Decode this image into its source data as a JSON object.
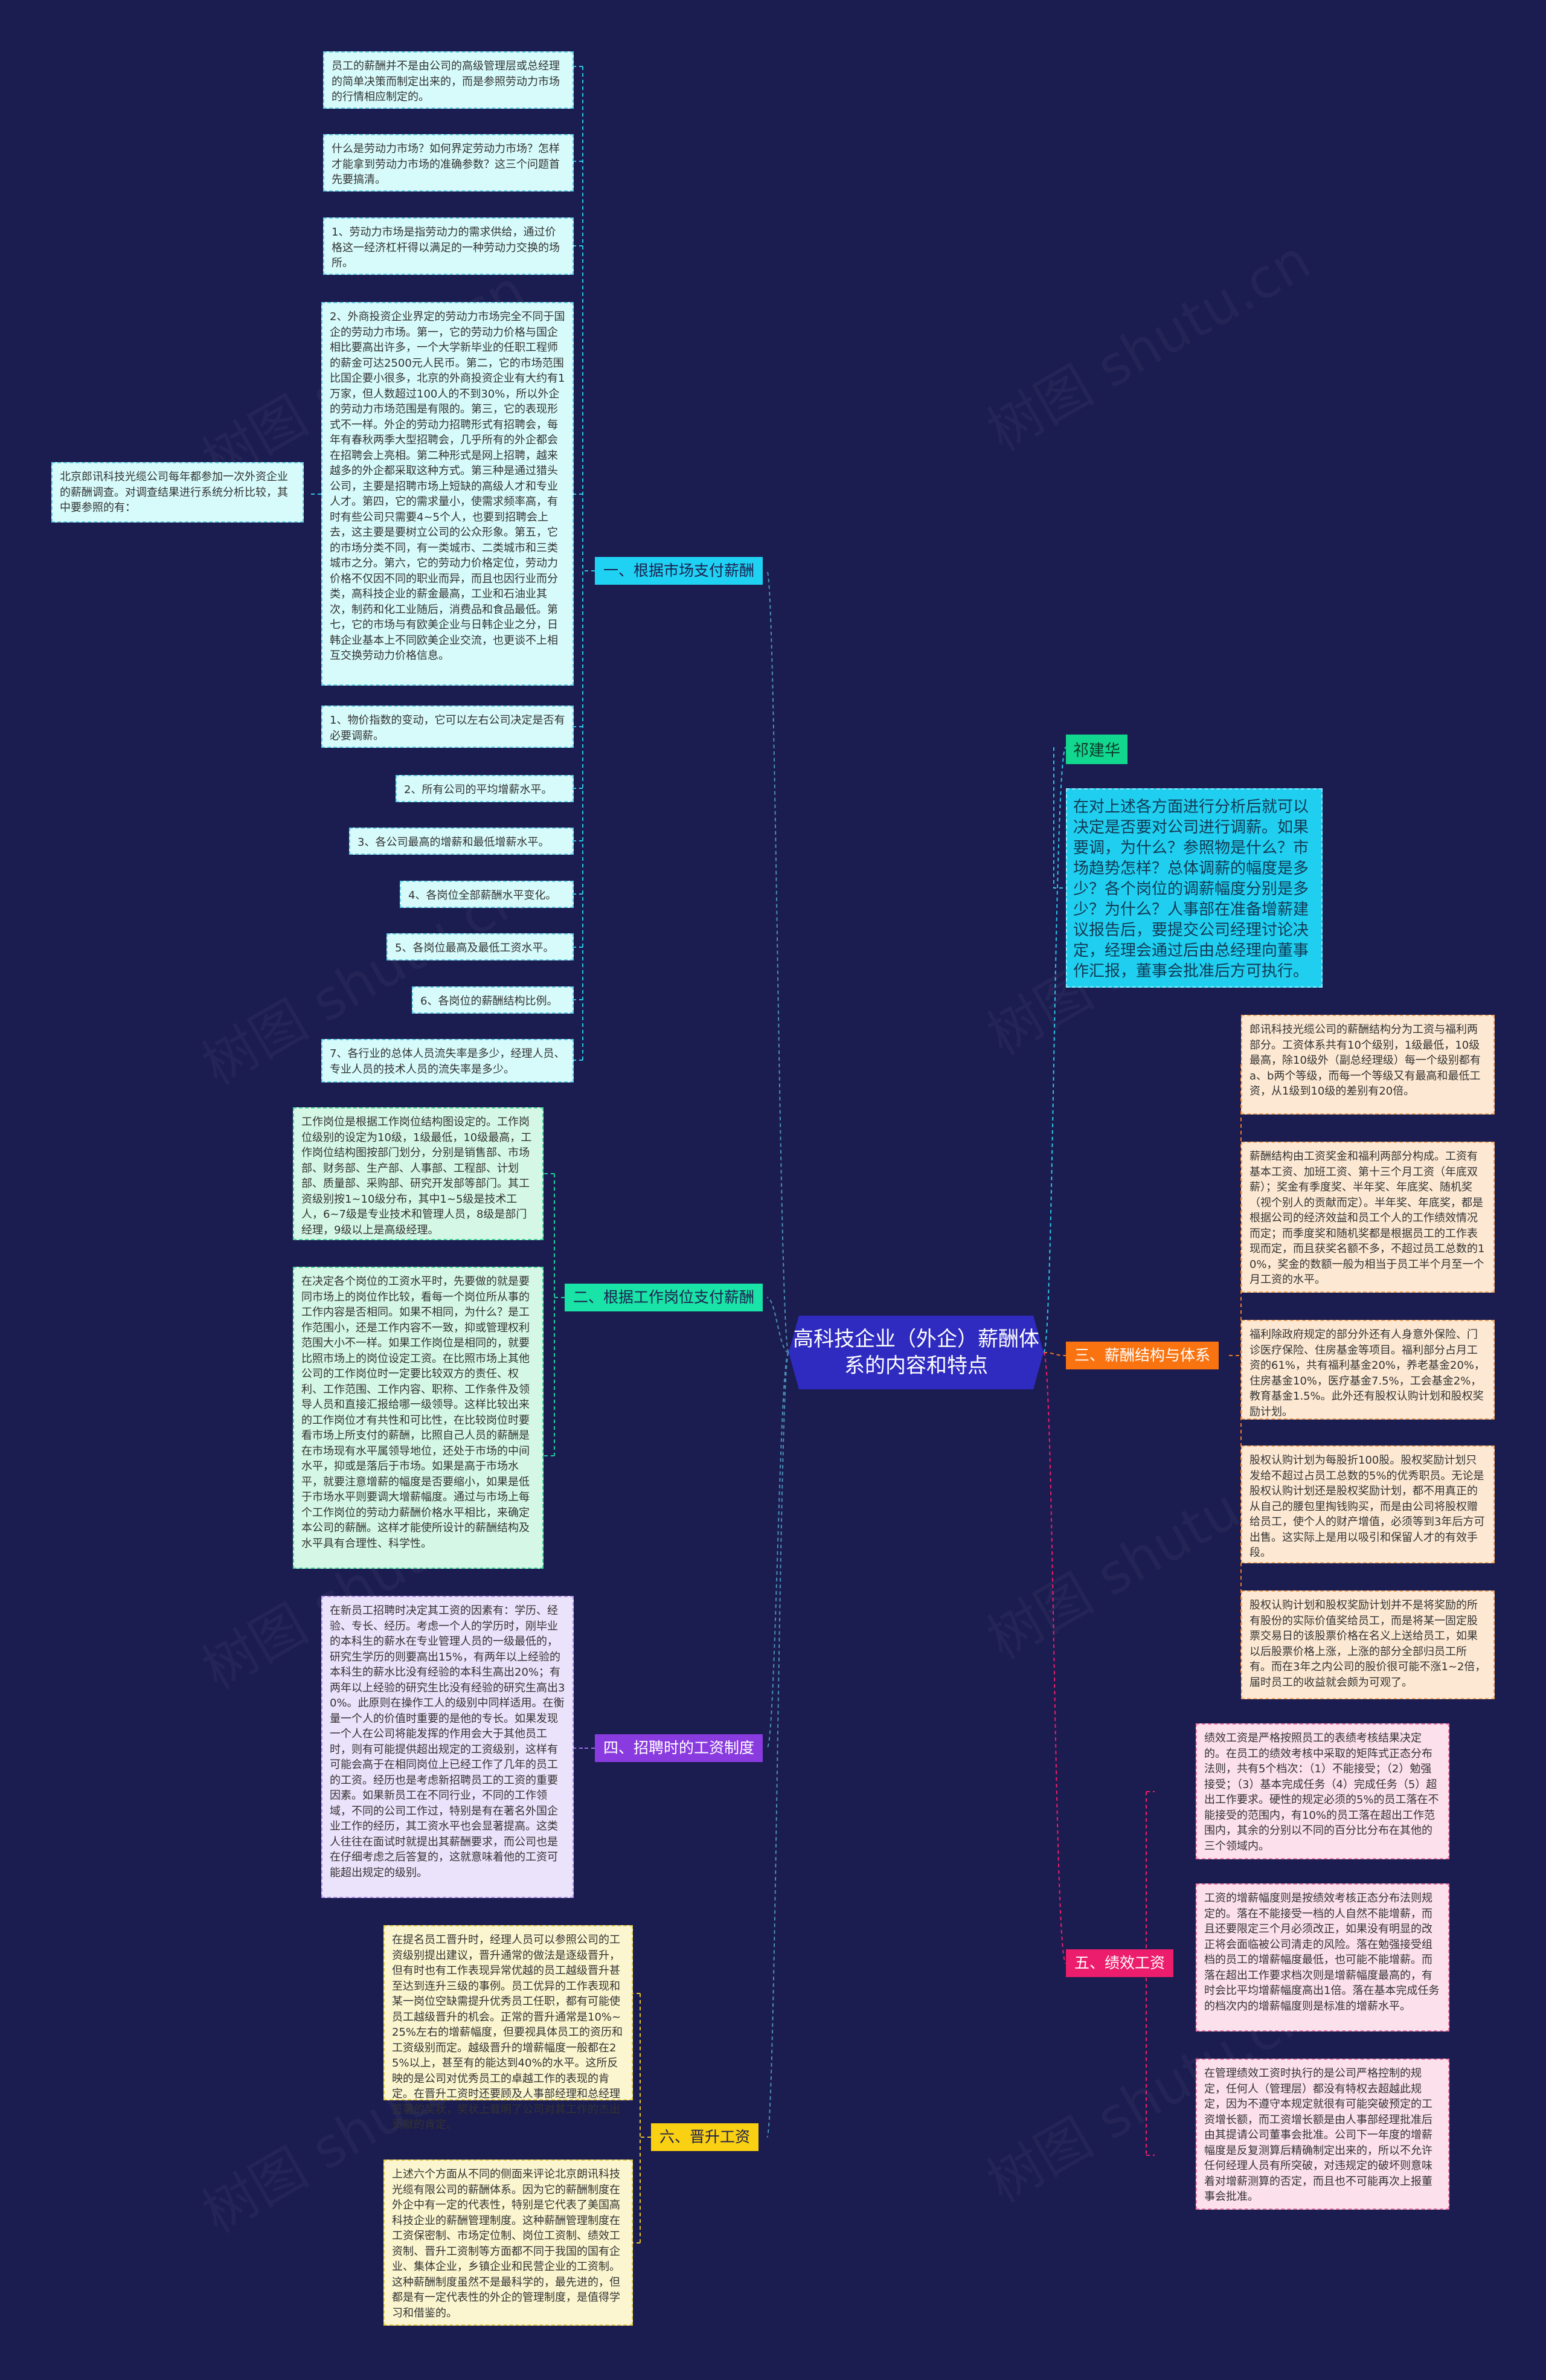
{
  "center": {
    "title": "高科技企业（外企）薪酬体系的内容和特点"
  },
  "branches": {
    "b1": "一、根据市场支付薪酬",
    "b2": "二、根据工作岗位支付薪酬",
    "b3": "三、薪酬结构与体系",
    "b4": "四、招聘时的工资制度",
    "b5": "五、绩效工资",
    "b6": "六、晋升工资"
  },
  "right_top": {
    "name": "祁建华",
    "summary": "在对上述各方面进行分析后就可以决定是否要对公司进行调薪。如果要调，为什么？参照物是什么？市场趋势怎样？总体调薪的幅度是多少？各个岗位的调薪幅度分别是多少？为什么？人事部在准备增薪建议报告后，要提交公司经理讨论决定，经理会通过后由总经理向董事作汇报，董事会批准后方可执行。"
  },
  "b1_nodes": {
    "n1": "员工的薪酬并不是由公司的高级管理层或总经理的简单决策而制定出来的，而是参照劳动力市场的行情相应制定的。",
    "n2": "什么是劳动力市场？如何界定劳动力市场？怎样才能拿到劳动力市场的准确参数？这三个问题首先要搞清。",
    "n3": "1、劳动力市场是指劳动力的需求供给，通过价格这一经济杠杆得以满足的一种劳动力交换的场所。",
    "n4": "2、外商投资企业界定的劳动力市场完全不同于国企的劳动力市场。第一，它的劳动力价格与国企相比要高出许多，一个大学新毕业的任职工程师的薪金可达2500元人民币。第二，它的市场范围比国企要小很多，北京的外商投资企业有大约有1万家，但人数超过100人的不到30%，所以外企的劳动力市场范围是有限的。第三，它的表现形式不一样。外企的劳动力招聘形式有招聘会，每年有春秋两季大型招聘会，几乎所有的外企都会在招聘会上亮相。第二种形式是网上招聘，越来越多的外企都采取这种方式。第三种是通过猎头公司，主要是招聘市场上短缺的高级人才和专业人才。第四，它的需求量小，使需求频率高，有时有些公司只需要4~5个人，也要到招聘会上去，这主要是要树立公司的公众形象。第五，它的市场分类不同，有一类城市、二类城市和三类城市之分。第六，它的劳动力价格定位，劳动力价格不仅因不同的职业而异，而且也因行业而分类，高科技企业的薪金最高，工业和石油业其次，制药和化工业随后，消费品和食品最低。第七，它的市场与有欧美企业与日韩企业之分，日韩企业基本上不同欧美企业交流，也更谈不上相互交换劳动力价格信息。",
    "n5": "1、物价指数的变动，它可以左右公司决定是否有必要调薪。",
    "n6": "2、所有公司的平均增薪水平。",
    "n7": "3、各公司最高的增薪和最低增薪水平。",
    "n8": "4、各岗位全部薪酬水平变化。",
    "n9": "5、各岗位最高及最低工资水平。",
    "n10": "6、各岗位的薪酬结构比例。",
    "n11": "7、各行业的总体人员流失率是多少，经理人员、专业人员的技术人员的流失率是多少。",
    "left": "北京郎讯科技光缆公司每年都参加一次外资企业的薪酬调查。对调查结果进行系统分析比较，其中要参照的有："
  },
  "b2_nodes": {
    "n1": "工作岗位是根据工作岗位结构图设定的。工作岗位级别的设定为10级，1级最低，10级最高，工作岗位结构图按部门划分，分别是销售部、市场部、财务部、生产部、人事部、工程部、计划部、质量部、采购部、研究开发部等部门。其工资级别按1~10级分布，其中1~5级是技术工人，6~7级是专业技术和管理人员，8级是部门经理，9级以上是高级经理。",
    "n2": "在决定各个岗位的工资水平时，先要做的就是要同市场上的岗位作比较，看每一个岗位所从事的工作内容是否相同。如果不相同，为什么？是工作范围小，还是工作内容不一致，抑或管理权利范围大小不一样。如果工作岗位是相同的，就要比照市场上的岗位设定工资。在比照市场上其他公司的工作岗位时一定要比较双方的责任、权利、工作范围、工作内容、职称、工作条件及领导人员和直接汇报给哪一级领导。这样比较出来的工作岗位才有共性和可比性，在比较岗位时要看市场上所支付的薪酬，比照自己人员的薪酬是在市场现有水平属领导地位，还处于市场的中间水平，抑或是落后于市场。如果是高于市场水平，就要注意增薪的幅度是否要缩小，如果是低于市场水平则要调大增薪幅度。通过与市场上每个工作岗位的劳动力薪酬价格水平相比，来确定本公司的薪酬。这样才能使所设计的薪酬结构及水平具有合理性、科学性。"
  },
  "b3_nodes": {
    "n1": "郎讯科技光缆公司的薪酬结构分为工资与福利两部分。工资体系共有10个级别，1级最低，10级最高，除10级外（副总经理级）每一个级别都有a、b两个等级，而每一个等级又有最高和最低工资，从1级到10级的差别有20倍。",
    "n2": "薪酬结构由工资奖金和福利两部分构成。工资有基本工资、加班工资、第十三个月工资（年底双薪）；奖金有季度奖、半年奖、年底奖、随机奖（视个别人的贡献而定）。半年奖、年底奖，都是根据公司的经济效益和员工个人的工作绩效情况而定；而季度奖和随机奖都是根据员工的工作表现而定，而且获奖名额不多，不超过员工总数的10%，奖金的数额一般为相当于员工半个月至一个月工资的水平。",
    "n3": "福利除政府规定的部分外还有人身意外保险、门诊医疗保险、住房基金等项目。福利部分占月工资的61%，共有福利基金20%，养老基金20%，住房基金10%，医疗基金7.5%，工会基金2%，教育基金1.5%。此外还有股权认购计划和股权奖励计划。",
    "n4": "股权认购计划为每股折100股。股权奖励计划只发给不超过占员工总数的5%的优秀职员。无论是股权认购计划还是股权奖励计划，都不用真正的从自己的腰包里掏钱购买，而是由公司将股权赠给员工，使个人的财产增值，必须等到3年后方可出售。这实际上是用以吸引和保留人才的有效手段。",
    "n5": "股权认购计划和股权奖励计划并不是将奖励的所有股份的实际价值奖给员工，而是将某一固定股票交易日的该股票价格在名义上送给员工，如果以后股票价格上涨，上涨的部分全部归员工所有。而在3年之内公司的股价很可能不涨1~2倍，届时员工的收益就会颇为可观了。"
  },
  "b4_nodes": {
    "n1": "在新员工招聘时决定其工资的因素有：学历、经验、专长、经历。考虑一个人的学历时，刚毕业的本科生的薪水在专业管理人员的一级最低的，研究生学历的则要高出15%，有两年以上经验的本科生的薪水比没有经验的本科生高出20%；有两年以上经验的研究生比没有经验的研究生高出30%。此原则在操作工人的级别中同样适用。在衡量一个人的价值时重要的是他的专长。如果发现一个人在公司将能发挥的作用会大于其他员工时，则有可能提供超出规定的工资级别，这样有可能会高于在相同岗位上已经工作了几年的员工的工资。经历也是考虑新招聘员工的工资的重要因素。如果新员工在不同行业，不同的工作领域，不同的公司工作过，特别是有在著名外国企业工作的经历，其工资水平也会显著提高。这类人往往在面试时就提出其薪酬要求，而公司也是在仔细考虑之后答复的，这就意味着他的工资可能超出规定的级别。"
  },
  "b5_nodes": {
    "n1": "绩效工资是严格按照员工的表绩考核结果决定的。在员工的绩效考核中采取的矩阵式正态分布法则，共有5个档次：（1）不能接受；（2）勉强接受；（3）基本完成任务（4）完成任务（5）超出工作要求。硬性的规定必须的5%的员工落在不能接受的范围内，有10%的员工落在超出工作范围内，其余的分别以不同的百分比分布在其他的三个领域内。",
    "n2": "工资的增薪幅度则是按绩效考核正态分布法则规定的。落在不能接受一档的人自然不能增薪，而且还要限定三个月必须改正，如果没有明显的改正将会面临被公司清走的风险。落在勉强接受组档的员工的增薪幅度最低，也可能不能增薪。而落在超出工作要求档次则是增薪幅度最高的，有时会比平均增薪幅度高出1倍。落在基本完成任务的档次内的增薪幅度则是标准的增薪水平。",
    "n3": "在管理绩效工资时执行的是公司严格控制的规定，任何人（管理层）都没有特权去超越此规定，因为不遵守本规定就很有可能突破预定的工资增长额，而工资增长额是由人事部经理批准后由其提请公司董事会批准。公司下一年度的增薪幅度是反复测算后精确制定出来的，所以不允许任何经理人员有所突破，对违规定的破坏则意味着对增薪测算的否定，而且也不可能再次上报董事会批准。"
  },
  "b6_nodes": {
    "n1": "在提名员工晋升时，经理人员可以参照公司的工资级别提出建议，晋升通常的做法是逐级晋升，但有时也有工作表现异常优越的员工越级晋升甚至达到连升三级的事例。员工优异的工作表现和某一岗位空缺需提升优秀员工任职，都有可能使员工越级晋升的机会。正常的晋升通常是10%~25%左右的增薪幅度，但要视具体员工的资历和工资级别而定。越级晋升的增薪幅度一般都在25%以上，甚至有的能达到40%的水平。这所反映的是公司对优秀员工的卓越工作的表现的肯定。在晋升工资时还要顾及人事部经理和总经理签署的奖状，奖状上载明了公司对其工作的杰出贡献的肯定。",
    "n2": "上述六个方面从不同的侧面来评论北京朗讯科技光缆有限公司的薪酬体系。因为它的薪酬制度在外企中有一定的代表性，特别是它代表了美国高科技企业的薪酬管理制度。这种薪酬管理制度在工资保密制、市场定位制、岗位工资制、绩效工资制、晋升工资制等方面都不同于我国的国有企业、集体企业，乡镇企业和民营企业的工资制。这种薪酬制度虽然不是最科学的，最先进的，但都是有一定代表性的外企的管理制度，是值得学习和借鉴的。"
  },
  "watermarks": [
    "树图 shutu.cn",
    "树图 shutu.cn",
    "树图 shutu.cn",
    "树图 shutu.cn",
    "树图 shutu.cn",
    "树图 shutu.cn",
    "树图 shutu.cn",
    "树图 shutu.cn"
  ]
}
